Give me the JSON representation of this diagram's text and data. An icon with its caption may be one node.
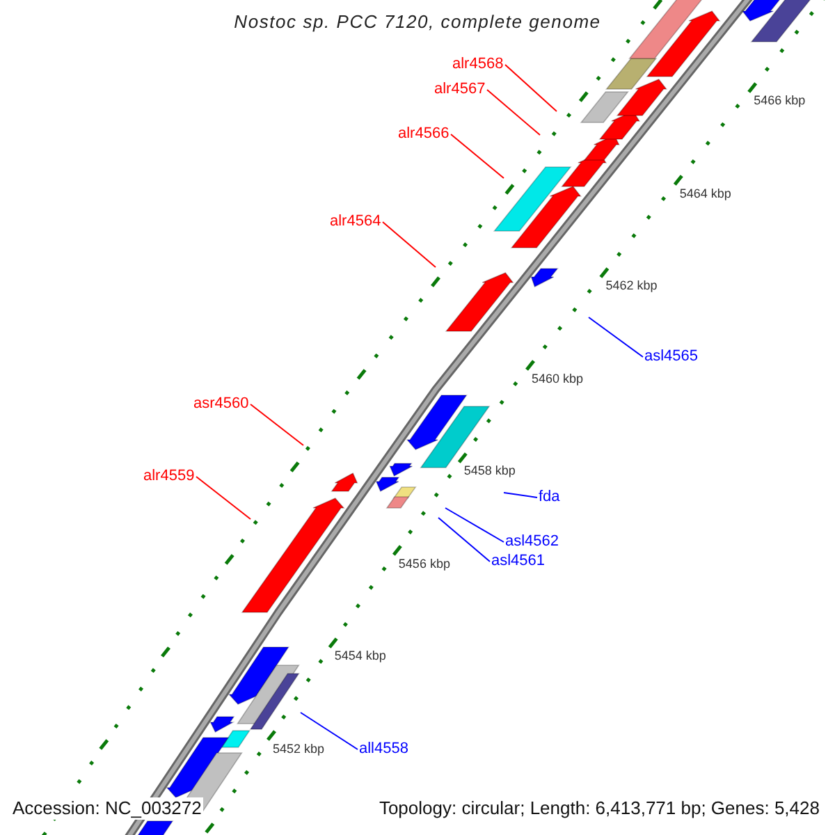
{
  "diagram": {
    "title": "Nostoc sp. PCC 7120, complete genome",
    "nodes": [
      {
        "text": [
          "alr4568"
        ]
      },
      {
        "text": [
          "alr4567"
        ]
      },
      {
        "text": [
          "alr4566"
        ]
      },
      {
        "text": [
          "alr4564"
        ]
      },
      {
        "text": [
          "asl4565"
        ]
      },
      {
        "text": [
          "asr4560"
        ]
      },
      {
        "text": [
          "alr4559"
        ]
      },
      {
        "text": [
          "fda"
        ]
      },
      {
        "text": [
          "asl4562"
        ]
      },
      {
        "text": [
          "asl4561"
        ]
      },
      {
        "text": [
          "all4558"
        ]
      }
    ],
    "edges": [
      {
        "from": 0,
        "to": null,
        "arrow": "none"
      },
      {
        "from": 1,
        "to": null,
        "arrow": "none"
      },
      {
        "from": 2,
        "to": null,
        "arrow": "none"
      },
      {
        "from": 3,
        "to": null,
        "arrow": "none"
      },
      {
        "from": 4,
        "to": null,
        "arrow": "none",
        "color": "#0000ff"
      },
      {
        "from": 5,
        "to": null,
        "arrow": "none"
      },
      {
        "from": 6,
        "to": null,
        "arrow": "none"
      },
      {
        "from": 7,
        "to": null,
        "arrow": "none",
        "color": "#0000ff"
      },
      {
        "from": 8,
        "to": null,
        "arrow": "none",
        "color": "#0000ff"
      },
      {
        "from": 9,
        "to": null,
        "arrow": "none",
        "color": "#0000ff"
      },
      {
        "from": 10,
        "to": null,
        "arrow": "none",
        "color": "#0000ff"
      }
    ],
    "labels": [
      "5466 kbp",
      "5464 kbp",
      "5462 kbp",
      "5460 kbp",
      "5458 kbp",
      "5456 kbp",
      "5454 kbp",
      "5452 kbp",
      "Accession: NC_003272",
      "Topology: circular; Length: 6,413,771 bp; Genes: 5,428"
    ]
  }
}
